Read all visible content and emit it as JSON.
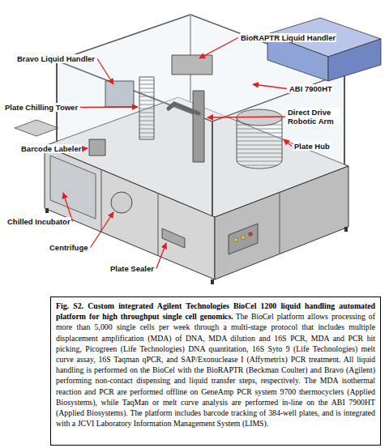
{
  "diagram": {
    "title": "Fig. S2. Custom integrated Agilent Technologies BioCel 1200 liquid handling automated platform for high throughput single cell genomics.",
    "caption": "The BioCel platform allows processing of more than 5,000 single cells per week through a multi-stage protocol that includes multiple displacement amplification (MDA) of DNA, MDA dilution and 16S PCR, MDA and PCR hit picking, Picogreen (Life Technologies) DNA quantitation, 16S Syto 9 (Life Technologies) melt curve assay, 16S Taqman qPCR, and SAP/Exonuclease I (Affymetrix) PCR treatment. All liquid handling is performed on the BioCel with the BioRAPTR (Beckman Coulter) and Bravo (Agilent) performing non-contact dispensing and liquid transfer steps, respectively. The MDA isothermal reaction and PCR are performed offline on GeneAmp PCR system 9700 thermocyclers (Applied Biosystems), while TaqMan or melt curve analysis are performed in-line on the ABI 7900HT (Applied Biosystems). The platform includes barcode tracking of 384-well plates, and is integrated with a JCVI Laboratory Information Management System (LIMS).",
    "labels": [
      "BioRAPTR Liquid Handler",
      "Bravo Liquid Handler",
      "ABI 7900HT",
      "Direct Drive Robotic Arm",
      "Plate Chilling Tower",
      "Barcode Labeler",
      "Plate Hub",
      "Chilled Incubator",
      "Centrifuge",
      "Plate Sealer"
    ]
  }
}
